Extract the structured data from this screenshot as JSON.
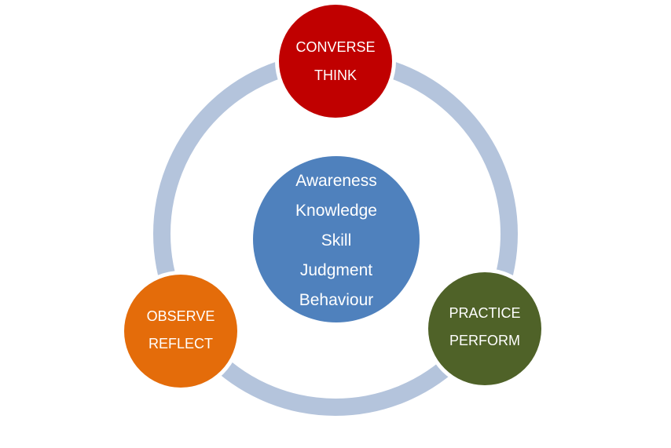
{
  "diagram": {
    "colors": {
      "ring": "#b4c4dc",
      "center": "#4f81bd",
      "top": "#c00000",
      "right": "#4f6228",
      "left": "#e46c0a",
      "text": "#ffffff"
    },
    "center": {
      "lines": [
        "Awareness",
        "Knowledge",
        "Skill",
        "Judgment",
        "Behaviour"
      ]
    },
    "nodes": {
      "top": {
        "line1": "CONVERSE",
        "line2": "THINK"
      },
      "right": {
        "line1": "PRACTICE",
        "line2": "PERFORM"
      },
      "left": {
        "line1": "OBSERVE",
        "line2": "REFLECT"
      }
    }
  }
}
